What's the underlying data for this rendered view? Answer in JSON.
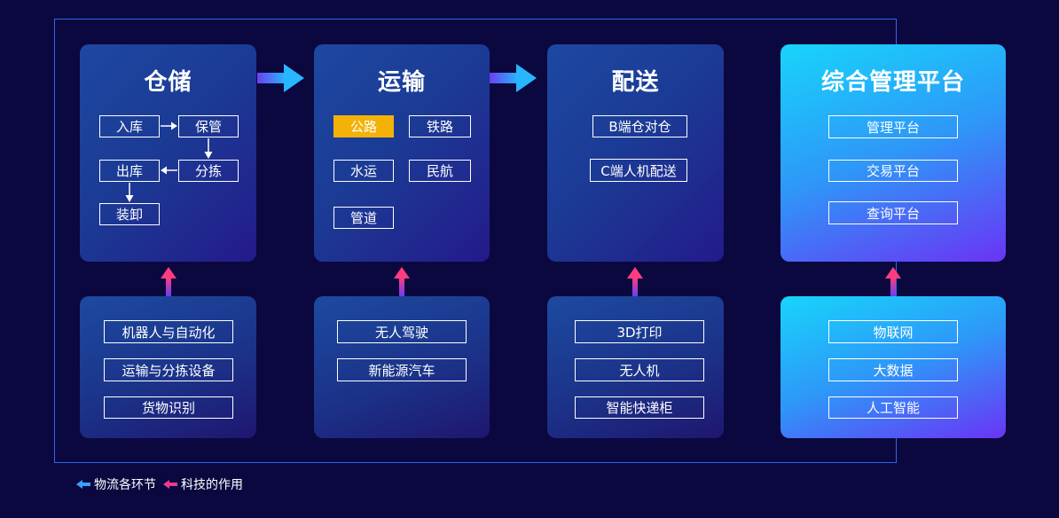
{
  "stages": [
    {
      "title": "仓储",
      "items": [
        "入库",
        "保管",
        "分拣",
        "出库",
        "装卸"
      ]
    },
    {
      "title": "运输",
      "items": [
        "公路",
        "铁路",
        "水运",
        "民航",
        "管道"
      ]
    },
    {
      "title": "配送",
      "items": [
        "B端仓对仓",
        "C端人机配送"
      ]
    },
    {
      "title": "综合管理平台",
      "items": [
        "管理平台",
        "交易平台",
        "查询平台"
      ]
    }
  ],
  "highlighted_item": "公路",
  "tech": [
    {
      "items": [
        "机器人与自动化",
        "运输与分拣设备",
        "货物识别"
      ]
    },
    {
      "items": [
        "无人驾驶",
        "新能源汽车"
      ]
    },
    {
      "items": [
        "3D打印",
        "无人机",
        "智能快递柜"
      ]
    },
    {
      "items": [
        "物联网",
        "大数据",
        "人工智能"
      ]
    }
  ],
  "legend": [
    {
      "label": "物流各环节",
      "color": "#3aa0ff"
    },
    {
      "label": "科技的作用",
      "color": "#f0398f"
    }
  ],
  "colors": {
    "background": "#0b0840",
    "frame": "#2f66e8",
    "highlight": "#f4b209",
    "flow_arrow": "#2f9bff",
    "tech_arrow": "#f0398f"
  }
}
